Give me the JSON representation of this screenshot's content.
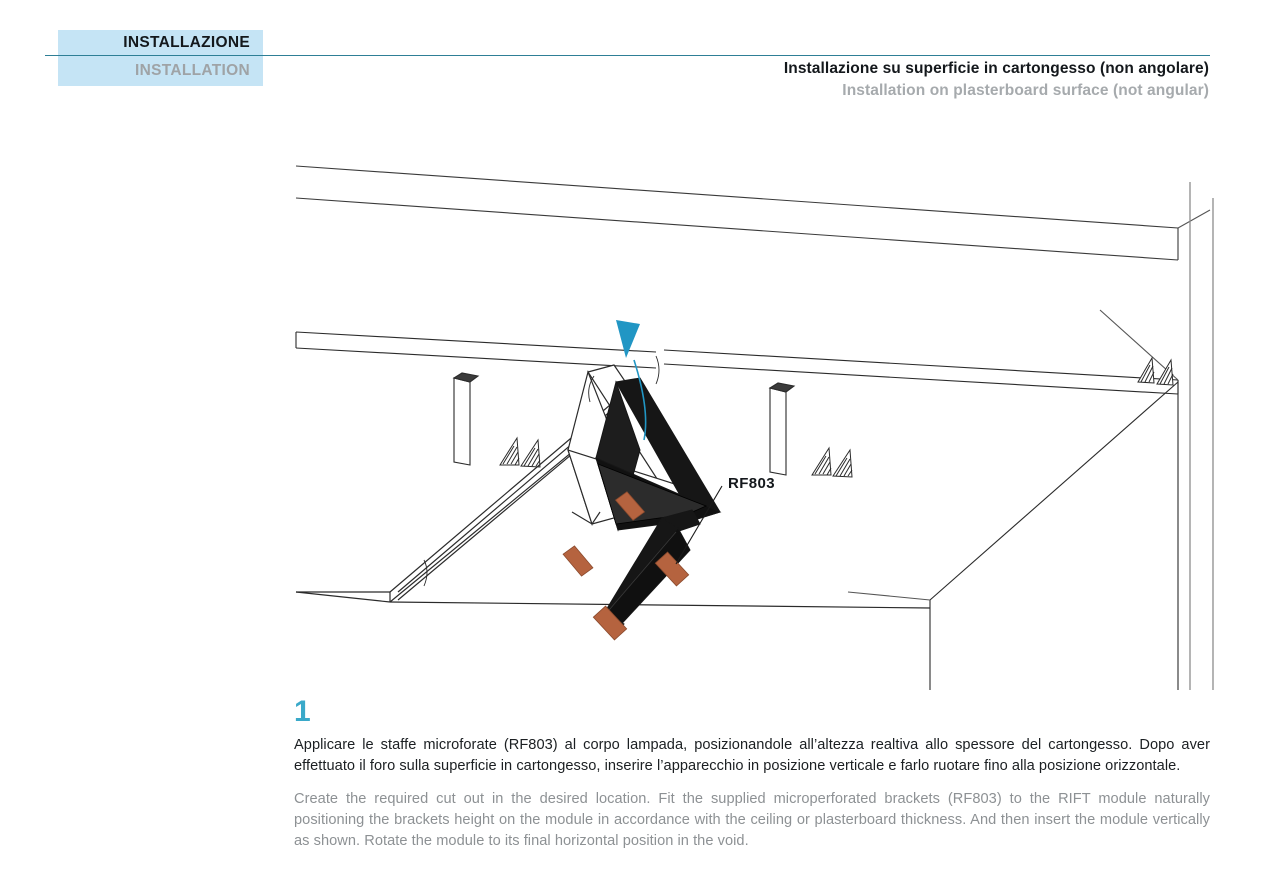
{
  "header": {
    "section_title_it": "INSTALLAZIONE",
    "section_title_en": "INSTALLATION",
    "caption_it": "Installazione su superficie in cartongesso (non angolare)",
    "caption_en": "Installation on plasterboard surface (not angular)",
    "tag_box_color": "#c5e4f5",
    "rule_color": "#2e7f96",
    "title_color": "#14181c",
    "subtitle_color": "#9fa3a6"
  },
  "illustration": {
    "description": "Isometric line drawing of a plasterboard ceiling void with hanger posts and microperforated brackets, showing a linear lighting module being inserted vertically and rotated into the slot",
    "callout_label": "RF803",
    "arrow_color": "#2196c4",
    "bracket_color": "#b5633f",
    "line_color": "#2b2b2b",
    "module_body_color": "#161616"
  },
  "step": {
    "number": "1",
    "number_color": "#3aa9c9",
    "text_it": "Applicare le staffe microforate (RF803) al corpo lampada, posizionandole all’altezza realtiva allo spessore del cartongesso. Dopo aver effettuato il foro sulla superficie in cartongesso, inserire l’apparecchio in posizione verticale e farlo ruotare fino alla posizione orizzontale.",
    "text_en": "Create the required cut out in the desired location. Fit the supplied microperforated brackets (RF803) to the RIFT module naturally positioning the brackets height on the module in accordance with the ceiling or plasterboard thickness. And then insert the module vertically as shown. Rotate the module to its final horizontal position in the void.",
    "text_it_color": "#1b1f22",
    "text_en_color": "#8d9194"
  }
}
